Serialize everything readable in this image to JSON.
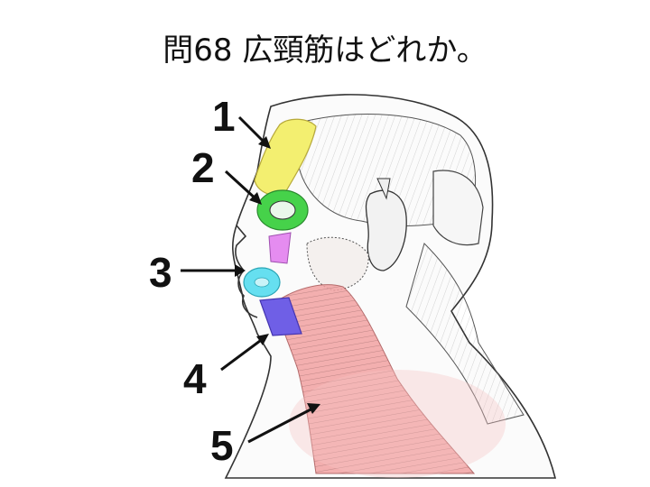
{
  "question": {
    "title": "問68 広頸筋はどれか。"
  },
  "diagram": {
    "labels": [
      "1",
      "2",
      "3",
      "4",
      "5"
    ],
    "muscle_colors": {
      "1": "#f3ef70",
      "2": "#46d24a",
      "pink": "#e58cf0",
      "3": "#66dff0",
      "4": "#6f5fe6",
      "5": "#f2a2a2"
    }
  }
}
